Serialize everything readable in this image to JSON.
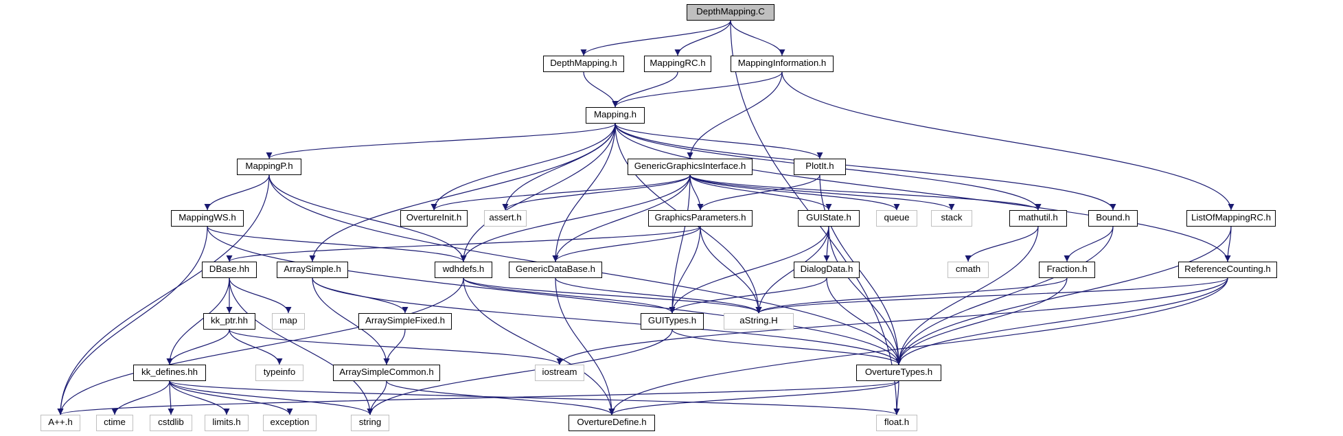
{
  "graph": {
    "nodes": {
      "DepthMapping_C": "DepthMapping.C",
      "DepthMapping_h": "DepthMapping.h",
      "MappingRC_h": "MappingRC.h",
      "MappingInformation_h": "MappingInformation.h",
      "Mapping_h": "Mapping.h",
      "MappingP_h": "MappingP.h",
      "GenericGraphicsInterface_h": "GenericGraphicsInterface.h",
      "PlotIt_h": "PlotIt.h",
      "MappingWS_h": "MappingWS.h",
      "OvertureInit_h": "OvertureInit.h",
      "assert_h": "assert.h",
      "GraphicsParameters_h": "GraphicsParameters.h",
      "GUIState_h": "GUIState.h",
      "queue": "queue",
      "stack": "stack",
      "mathutil_h": "mathutil.h",
      "Bound_h": "Bound.h",
      "ListOfMappingRC_h": "ListOfMappingRC.h",
      "DBase_hh": "DBase.hh",
      "ArraySimple_h": "ArraySimple.h",
      "wdhdefs_h": "wdhdefs.h",
      "GenericDataBase_h": "GenericDataBase.h",
      "DialogData_h": "DialogData.h",
      "cmath": "cmath",
      "Fraction_h": "Fraction.h",
      "ReferenceCounting_h": "ReferenceCounting.h",
      "kk_ptr_hh": "kk_ptr.hh",
      "map": "map",
      "ArraySimpleFixed_h": "ArraySimpleFixed.h",
      "GUITypes_h": "GUITypes.h",
      "aString_H": "aString.H",
      "typeinfo": "typeinfo",
      "kk_defines_hh": "kk_defines.hh",
      "ArraySimpleCommon_h": "ArraySimpleCommon.h",
      "iostream": "iostream",
      "OvertureTypes_h": "OvertureTypes.h",
      "App_h": "A++.h",
      "ctime": "ctime",
      "cstdlib": "cstdlib",
      "limits_h": "limits.h",
      "exception": "exception",
      "string": "string",
      "OvertureDefine_h": "OvertureDefine.h",
      "float_h": "float.h"
    },
    "colors": {
      "edge": "#191970",
      "root_fill": "#bfbfbf",
      "external_border": "#bfbfbf",
      "node_border": "#000000"
    },
    "edges": [
      [
        "DepthMapping_C",
        "DepthMapping_h"
      ],
      [
        "DepthMapping_C",
        "MappingRC_h"
      ],
      [
        "DepthMapping_C",
        "MappingInformation_h"
      ],
      [
        "DepthMapping_C",
        "float_h"
      ],
      [
        "DepthMapping_h",
        "Mapping_h"
      ],
      [
        "MappingRC_h",
        "Mapping_h"
      ],
      [
        "MappingInformation_h",
        "Mapping_h"
      ],
      [
        "MappingInformation_h",
        "GenericGraphicsInterface_h"
      ],
      [
        "MappingInformation_h",
        "ListOfMappingRC_h"
      ],
      [
        "Mapping_h",
        "MappingP_h"
      ],
      [
        "Mapping_h",
        "OvertureInit_h"
      ],
      [
        "Mapping_h",
        "assert_h"
      ],
      [
        "Mapping_h",
        "PlotIt_h"
      ],
      [
        "Mapping_h",
        "mathutil_h"
      ],
      [
        "Mapping_h",
        "Bound_h"
      ],
      [
        "Mapping_h",
        "ReferenceCounting_h"
      ],
      [
        "Mapping_h",
        "ArraySimple_h"
      ],
      [
        "Mapping_h",
        "wdhdefs_h"
      ],
      [
        "Mapping_h",
        "GenericDataBase_h"
      ],
      [
        "Mapping_h",
        "aString_H"
      ],
      [
        "MappingP_h",
        "MappingWS_h"
      ],
      [
        "MappingP_h",
        "App_h"
      ],
      [
        "MappingP_h",
        "wdhdefs_h"
      ],
      [
        "MappingP_h",
        "OvertureTypes_h"
      ],
      [
        "GenericGraphicsInterface_h",
        "OvertureInit_h"
      ],
      [
        "GenericGraphicsInterface_h",
        "assert_h"
      ],
      [
        "GenericGraphicsInterface_h",
        "GraphicsParameters_h"
      ],
      [
        "GenericGraphicsInterface_h",
        "GUIState_h"
      ],
      [
        "GenericGraphicsInterface_h",
        "queue"
      ],
      [
        "GenericGraphicsInterface_h",
        "stack"
      ],
      [
        "GenericGraphicsInterface_h",
        "mathutil_h"
      ],
      [
        "GenericGraphicsInterface_h",
        "wdhdefs_h"
      ],
      [
        "GenericGraphicsInterface_h",
        "GenericDataBase_h"
      ],
      [
        "GenericGraphicsInterface_h",
        "GUITypes_h"
      ],
      [
        "PlotIt_h",
        "GraphicsParameters_h"
      ],
      [
        "PlotIt_h",
        "OvertureTypes_h"
      ],
      [
        "MappingWS_h",
        "App_h"
      ],
      [
        "MappingWS_h",
        "OvertureTypes_h"
      ],
      [
        "MappingWS_h",
        "wdhdefs_h"
      ],
      [
        "GraphicsParameters_h",
        "DBase_hh"
      ],
      [
        "GraphicsParameters_h",
        "GenericDataBase_h"
      ],
      [
        "GraphicsParameters_h",
        "GUITypes_h"
      ],
      [
        "GraphicsParameters_h",
        "aString_H"
      ],
      [
        "GUIState_h",
        "DialogData_h"
      ],
      [
        "GUIState_h",
        "GUITypes_h"
      ],
      [
        "GUIState_h",
        "aString_H"
      ],
      [
        "GUIState_h",
        "OvertureTypes_h"
      ],
      [
        "mathutil_h",
        "cmath"
      ],
      [
        "mathutil_h",
        "OvertureTypes_h"
      ],
      [
        "Bound_h",
        "Fraction_h"
      ],
      [
        "Bound_h",
        "OvertureTypes_h"
      ],
      [
        "ListOfMappingRC_h",
        "ReferenceCounting_h"
      ],
      [
        "ListOfMappingRC_h",
        "OvertureTypes_h"
      ],
      [
        "DBase_hh",
        "kk_ptr_hh"
      ],
      [
        "DBase_hh",
        "map"
      ],
      [
        "DBase_hh",
        "kk_defines_hh"
      ],
      [
        "DBase_hh",
        "string"
      ],
      [
        "ArraySimple_h",
        "ArraySimpleFixed_h"
      ],
      [
        "ArraySimple_h",
        "ArraySimpleCommon_h"
      ],
      [
        "ArraySimple_h",
        "OvertureTypes_h"
      ],
      [
        "wdhdefs_h",
        "App_h"
      ],
      [
        "wdhdefs_h",
        "GUITypes_h"
      ],
      [
        "wdhdefs_h",
        "aString_H"
      ],
      [
        "wdhdefs_h",
        "OvertureDefine_h"
      ],
      [
        "GenericDataBase_h",
        "aString_H"
      ],
      [
        "GenericDataBase_h",
        "OvertureDefine_h"
      ],
      [
        "DialogData_h",
        "GUITypes_h"
      ],
      [
        "DialogData_h",
        "OvertureTypes_h"
      ],
      [
        "Fraction_h",
        "aString_H"
      ],
      [
        "Fraction_h",
        "OvertureTypes_h"
      ],
      [
        "ReferenceCounting_h",
        "aString_H"
      ],
      [
        "ReferenceCounting_h",
        "iostream"
      ],
      [
        "ReferenceCounting_h",
        "OvertureTypes_h"
      ],
      [
        "ReferenceCounting_h",
        "OvertureDefine_h"
      ],
      [
        "kk_ptr_hh",
        "typeinfo"
      ],
      [
        "kk_ptr_hh",
        "iostream"
      ],
      [
        "kk_ptr_hh",
        "kk_defines_hh"
      ],
      [
        "ArraySimpleFixed_h",
        "ArraySimpleCommon_h"
      ],
      [
        "GUITypes_h",
        "OvertureTypes_h"
      ],
      [
        "GUITypes_h",
        "string"
      ],
      [
        "kk_defines_hh",
        "ctime"
      ],
      [
        "kk_defines_hh",
        "cstdlib"
      ],
      [
        "kk_defines_hh",
        "limits_h"
      ],
      [
        "kk_defines_hh",
        "exception"
      ],
      [
        "kk_defines_hh",
        "string"
      ],
      [
        "kk_defines_hh",
        "float_h"
      ],
      [
        "ArraySimpleCommon_h",
        "string"
      ],
      [
        "ArraySimpleCommon_h",
        "OvertureDefine_h"
      ],
      [
        "OvertureTypes_h",
        "App_h"
      ],
      [
        "OvertureTypes_h",
        "float_h"
      ],
      [
        "OvertureTypes_h",
        "OvertureDefine_h"
      ]
    ]
  }
}
